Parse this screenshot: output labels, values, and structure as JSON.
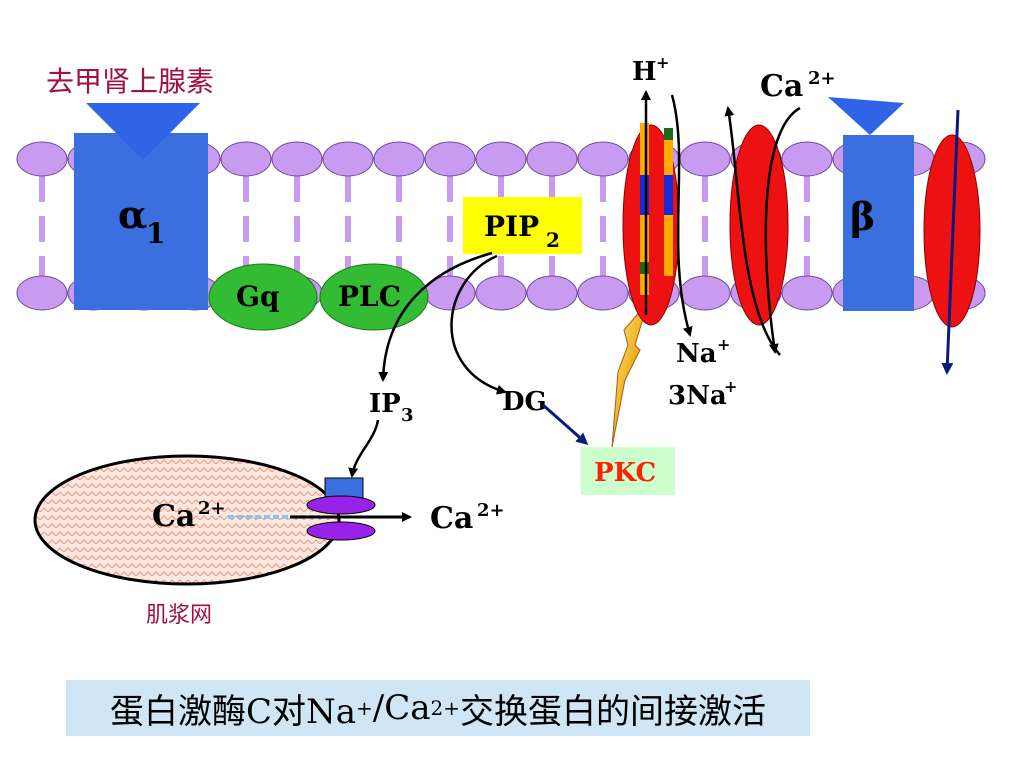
{
  "labels": {
    "agonist": "去甲肾上腺素",
    "alpha_receptor": "α",
    "alpha_sub": "1",
    "beta_receptor": "β",
    "gq": "Gq",
    "plc": "PLC",
    "pip2": "PIP",
    "pip2_sub": "2",
    "ip3": "IP",
    "ip3_sub": "3",
    "dg": "DG",
    "pkc": "PKC",
    "h_plus": "H",
    "plus": "+",
    "ca_top": "Ca",
    "ca_charge": "2+",
    "na_plus": "Na",
    "three_na": "3Na",
    "sr_ca": "Ca",
    "sr_ca_out": "Ca",
    "sr_name": "肌浆网"
  },
  "caption": {
    "part1": "蛋白激酶C对Na",
    "sup1": "+",
    "part2": "/Ca",
    "sup2": "2+",
    "part3": "交换蛋白的间接激活"
  },
  "colors": {
    "lipid_head": "#c89af0",
    "lipid_tail": "#c89af0",
    "receptor_blue": "#3b6fe0",
    "g_protein_green": "#33bb33",
    "pip2_yellow": "#ffff00",
    "channel_red": "#ee1111",
    "pkc_bg": "#ccffcc",
    "pkc_text": "#ff2200",
    "agonist_text": "#a01040",
    "caption_bg": "#cfe6f5",
    "sr_pump_purple": "#9a22e8",
    "arrow_navy": "#0a1a80"
  }
}
